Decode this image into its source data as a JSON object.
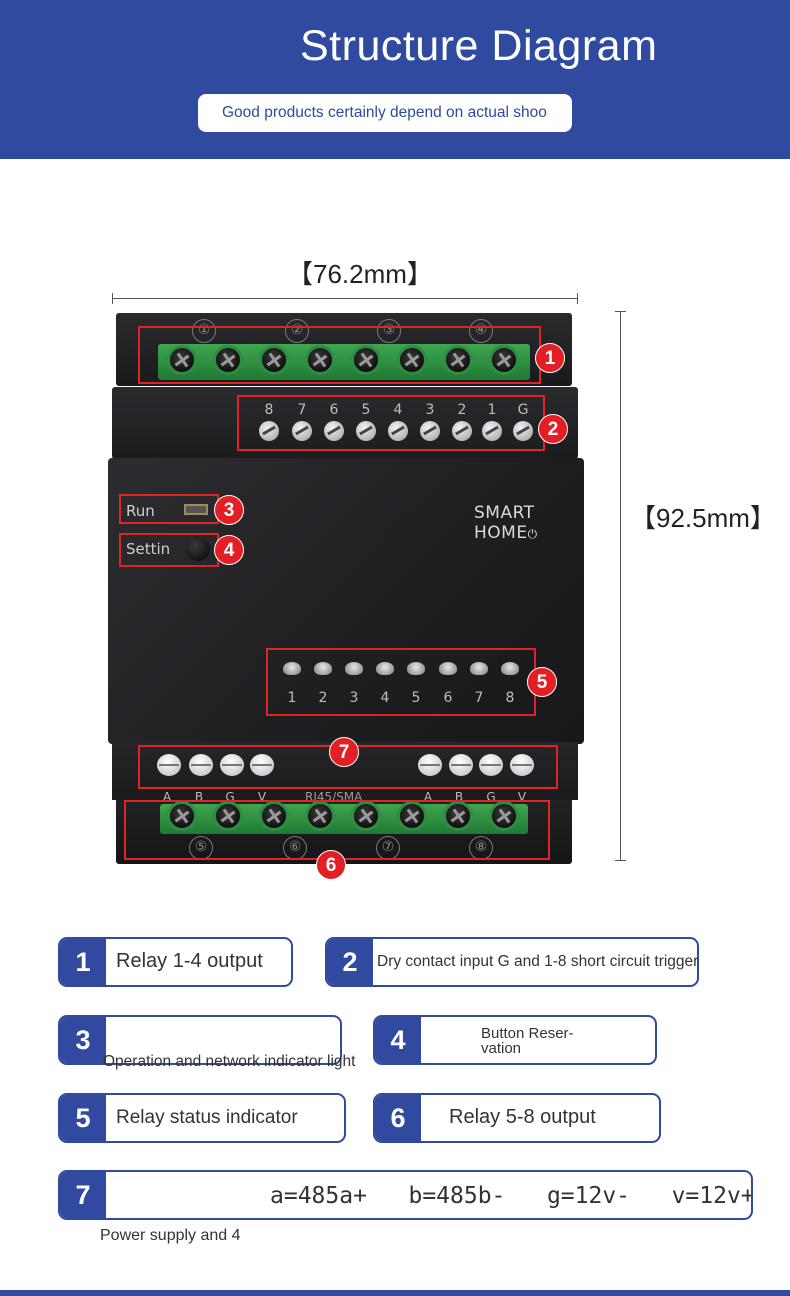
{
  "header": {
    "title": "Structure Diagram",
    "subtitle": "Good products certainly depend on actual shoo"
  },
  "dimensions": {
    "width": "【76.2mm】",
    "height": "【92.5mm】"
  },
  "device": {
    "top_terminal_labels": [
      "①",
      "②",
      "③",
      "④"
    ],
    "input_labels": [
      "8",
      "7",
      "6",
      "5",
      "4",
      "3",
      "2",
      "1",
      "G"
    ],
    "run_label": "Run",
    "setting_label": "Settin",
    "brand_line1": "SMART",
    "brand_line2": "HOME",
    "power_symbol": "⏻",
    "led_labels": [
      "1",
      "2",
      "3",
      "4",
      "5",
      "6",
      "7",
      "8"
    ],
    "bus_labels_left": [
      "A",
      "B",
      "G",
      "V"
    ],
    "bus_center_label": "RJ45/SMA",
    "bus_labels_right": [
      "A",
      "B",
      "G",
      "V"
    ],
    "bottom_terminal_labels": [
      "⑤",
      "⑥",
      "⑦",
      "⑧"
    ]
  },
  "callouts": [
    "1",
    "2",
    "3",
    "4",
    "5",
    "6",
    "7"
  ],
  "legend": [
    {
      "num": "1",
      "text": "Relay 1-4 output"
    },
    {
      "num": "2",
      "text": "Dry contact input G and 1-8 short circuit trigger"
    },
    {
      "num": "3",
      "text": "Operation and network indicator light"
    },
    {
      "num": "4",
      "text": "Button Reser-",
      "text2": "vation"
    },
    {
      "num": "5",
      "text": "Relay status indicator"
    },
    {
      "num": "6",
      "text": "Relay 5-8 output"
    },
    {
      "num": "7",
      "text": "a=485a+   b=485b-   g=12v-   v=12v+",
      "note": "Power supply and 4"
    }
  ],
  "colors": {
    "brand_blue": "#2f4a9e",
    "callout_red": "#e31e24",
    "terminal_green": "#2e8d43"
  }
}
